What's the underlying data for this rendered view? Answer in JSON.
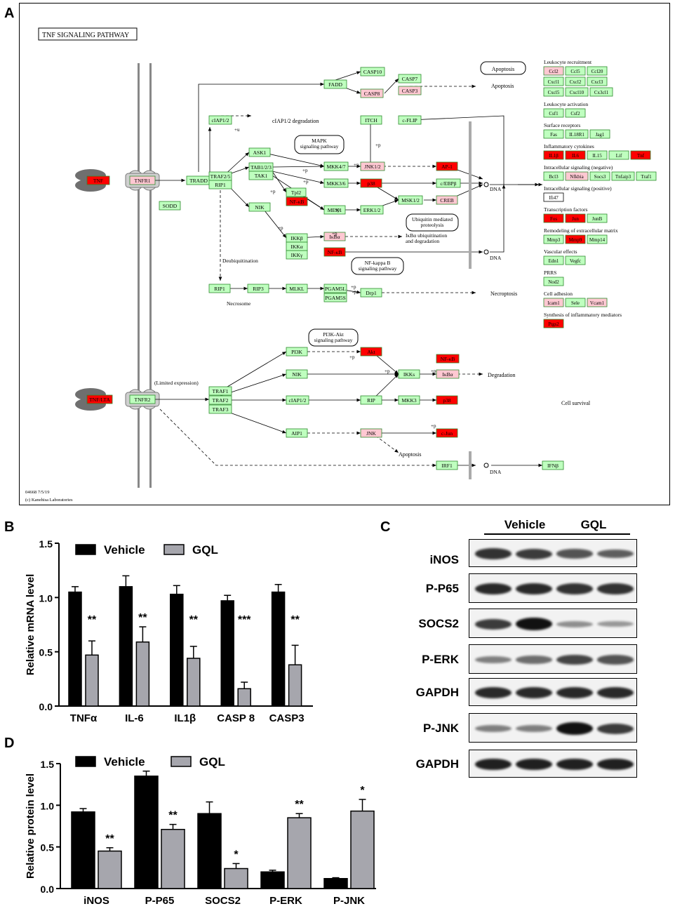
{
  "panels": {
    "a": "A",
    "b": "B",
    "c": "C",
    "d": "D"
  },
  "pathway": {
    "title": "TNF SIGNALING PATHWAY",
    "footer_id": "04668 7/5/19",
    "footer_credit": "(c) Kanehisa Laboratories",
    "colors": {
      "green": "#bfffbf",
      "pink": "#ffc8d2",
      "red": "#ff0000",
      "node_border": "#2e8b2e"
    },
    "nodes": [
      {
        "id": "tnf",
        "label": "TNF",
        "c": "red"
      },
      {
        "id": "tnfr1",
        "label": "TNFR1",
        "c": "pink"
      },
      {
        "id": "sodd",
        "label": "SODD",
        "c": "green"
      },
      {
        "id": "tradd",
        "label": "TRADD",
        "c": "green"
      },
      {
        "id": "traf25",
        "label": "TRAF2/5",
        "c": "green"
      },
      {
        "id": "rip1a",
        "label": "RIP1",
        "c": "green"
      },
      {
        "id": "ciap12",
        "label": "cIAP1/2",
        "c": "green"
      },
      {
        "id": "fadd",
        "label": "FADD",
        "c": "green"
      },
      {
        "id": "casp10",
        "label": "CASP10",
        "c": "green"
      },
      {
        "id": "casp8",
        "label": "CASP8",
        "c": "pink"
      },
      {
        "id": "casp7",
        "label": "CASP7",
        "c": "green"
      },
      {
        "id": "casp3",
        "label": "CASP3",
        "c": "pink"
      },
      {
        "id": "itch",
        "label": "ITCH",
        "c": "green"
      },
      {
        "id": "cflip",
        "label": "c-FLIP",
        "c": "green"
      },
      {
        "id": "ask1",
        "label": "ASK1",
        "c": "green"
      },
      {
        "id": "tab123",
        "label": "TAB1/2/3",
        "c": "green"
      },
      {
        "id": "tak1",
        "label": "TAK1",
        "c": "green"
      },
      {
        "id": "nik",
        "label": "NIK",
        "c": "green"
      },
      {
        "id": "tpl2",
        "label": "Tpl2",
        "c": "green"
      },
      {
        "id": "nfkb1",
        "label": "NF-κB",
        "c": "red"
      },
      {
        "id": "mkk47",
        "label": "MKK4/7",
        "c": "green"
      },
      {
        "id": "mkk36",
        "label": "MKK3/6",
        "c": "green"
      },
      {
        "id": "mek1",
        "label": "MEK1",
        "c": "green"
      },
      {
        "id": "jnk12",
        "label": "JNK1/2",
        "c": "pink"
      },
      {
        "id": "p38a",
        "label": "p38",
        "c": "red"
      },
      {
        "id": "erk12",
        "label": "ERK1/2",
        "c": "green"
      },
      {
        "id": "ap1",
        "label": "AP-1",
        "c": "red"
      },
      {
        "id": "cebpb",
        "label": "c/EBPβ",
        "c": "green"
      },
      {
        "id": "msk12",
        "label": "MSK1/2",
        "c": "green"
      },
      {
        "id": "creb",
        "label": "CREB",
        "c": "pink"
      },
      {
        "id": "ikkb",
        "label": "IKKβ",
        "c": "green"
      },
      {
        "id": "ikka",
        "label": "IKKα",
        "c": "green"
      },
      {
        "id": "ikkg",
        "label": "IKKγ",
        "c": "green"
      },
      {
        "id": "ikba1",
        "label": "IκBα",
        "c": "pink"
      },
      {
        "id": "nfkb2",
        "label": "NF-κB",
        "c": "red"
      },
      {
        "id": "rip1b",
        "label": "RIP1",
        "c": "green"
      },
      {
        "id": "rip3",
        "label": "RIP3",
        "c": "green"
      },
      {
        "id": "mlkl",
        "label": "MLKL",
        "c": "green"
      },
      {
        "id": "pgam5l",
        "label": "PGAM5L",
        "c": "green"
      },
      {
        "id": "pgam5s",
        "label": "PGAM5S",
        "c": "green"
      },
      {
        "id": "drp1",
        "label": "Drp1",
        "c": "green"
      },
      {
        "id": "tnfb",
        "label": "TNF/LTA",
        "c": "red"
      },
      {
        "id": "tnfr2",
        "label": "TNFR2",
        "c": "green"
      },
      {
        "id": "traf1",
        "label": "TRAF1",
        "c": "green"
      },
      {
        "id": "traf2",
        "label": "TRAF2",
        "c": "green"
      },
      {
        "id": "traf3",
        "label": "TRAF3",
        "c": "green"
      },
      {
        "id": "pi3k",
        "label": "PI3K",
        "c": "green"
      },
      {
        "id": "akt",
        "label": "Akt",
        "c": "red"
      },
      {
        "id": "nik2",
        "label": "NIK",
        "c": "green"
      },
      {
        "id": "ciap12b",
        "label": "cIAP1/2",
        "c": "green"
      },
      {
        "id": "rip",
        "label": "RIP",
        "c": "green"
      },
      {
        "id": "mkk3",
        "label": "MKK3",
        "c": "green"
      },
      {
        "id": "p38b",
        "label": "p38",
        "c": "red"
      },
      {
        "id": "ikks",
        "label": "IKKs",
        "c": "green"
      },
      {
        "id": "nfkb3",
        "label": "NF-κB",
        "c": "red"
      },
      {
        "id": "ikba2",
        "label": "IκBα",
        "c": "pink"
      },
      {
        "id": "aip1",
        "label": "AIP1",
        "c": "green"
      },
      {
        "id": "jnk",
        "label": "JNK",
        "c": "pink"
      },
      {
        "id": "cjun",
        "label": "c-Jun",
        "c": "red"
      },
      {
        "id": "irf1",
        "label": "IRF1",
        "c": "green"
      },
      {
        "id": "ifnb",
        "label": "IFNβ",
        "c": "green"
      }
    ],
    "texts": {
      "apoptosis_box": "Apoptosis",
      "apoptosis": "Apoptosis",
      "ciap_deg": "cIAP1/2 degradation",
      "mapk": "MAPK\nsignaling pathway",
      "ubiq": "Ubiquitin mediated\nproteolysis",
      "ikba_ubiq": "IκBα ubiquitination\nand degradation",
      "nfkb_path": "NF-kappa B\nsignaling pathway",
      "deubiq": "Deubiquitination",
      "necrosome": "Necrosome",
      "necroptosis": "Necroptosis",
      "dna1": "DNA",
      "dna2": "DNA",
      "dna3": "DNA",
      "pi3k_akt": "PI3K-Akt\nsignaling pathway",
      "limited": "(Limited expression)",
      "degradation": "Degradation",
      "cell_survival": "Cell survival",
      "apoptosis2": "Apoptosis",
      "plus_u": "+u",
      "plus_p": "+p",
      "minus_p": "-p"
    },
    "groups": [
      {
        "title": "Leukocyte recruitment",
        "rows": [
          [
            [
              "Ccl2",
              "pink"
            ],
            [
              "Ccl5",
              "green"
            ],
            [
              "Ccl20",
              "green"
            ]
          ],
          [
            [
              "Cxcl1",
              "green"
            ],
            [
              "Cxcl2",
              "green"
            ],
            [
              "Cxcl3",
              "green"
            ]
          ],
          [
            [
              "Cxcl5",
              "green"
            ],
            [
              "Cxcl10",
              "green"
            ],
            [
              "Cx3cl1",
              "green"
            ]
          ]
        ]
      },
      {
        "title": "Leukocyte activation",
        "rows": [
          [
            [
              "Csf1",
              "green"
            ],
            [
              "Csf2",
              "green"
            ]
          ]
        ]
      },
      {
        "title": "Surface receptors",
        "rows": [
          [
            [
              "Fas",
              "green"
            ],
            [
              "IL18R1",
              "green"
            ],
            [
              "Jag1",
              "green"
            ]
          ]
        ]
      },
      {
        "title": "Inflammatory cytokines",
        "rows": [
          [
            [
              "IL1β",
              "red"
            ],
            [
              "IL6",
              "red"
            ],
            [
              "IL15",
              "green"
            ],
            [
              "Lif",
              "green"
            ],
            [
              "Tnf",
              "red"
            ]
          ]
        ]
      },
      {
        "title": "Intracellular signaling (negative)",
        "rows": [
          [
            [
              "Bcl3",
              "green"
            ],
            [
              "Nfkbia",
              "pink"
            ],
            [
              "Socs3",
              "green"
            ],
            [
              "Tnfaip3",
              "green"
            ],
            [
              "Traf1",
              "green"
            ]
          ]
        ]
      },
      {
        "title": "Intracellular signaling (positive)",
        "rows": [
          [
            [
              "Ifi47",
              "white"
            ]
          ]
        ]
      },
      {
        "title": "Transcription factors",
        "rows": [
          [
            [
              "Fos",
              "red"
            ],
            [
              "Jun",
              "red"
            ],
            [
              "JunB",
              "green"
            ]
          ]
        ]
      },
      {
        "title": "Remodeling of extracellular matrix",
        "rows": [
          [
            [
              "Mmp3",
              "green"
            ],
            [
              "Mmp9",
              "red"
            ],
            [
              "Mmp14",
              "green"
            ]
          ]
        ]
      },
      {
        "title": "Vascular effects",
        "rows": [
          [
            [
              "Edn1",
              "green"
            ],
            [
              "Vegfc",
              "green"
            ]
          ]
        ]
      },
      {
        "title": "PRRS",
        "rows": [
          [
            [
              "Nod2",
              "green"
            ]
          ]
        ]
      },
      {
        "title": "Cell adhesion",
        "rows": [
          [
            [
              "Icam1",
              "pink"
            ],
            [
              "Sele",
              "green"
            ],
            [
              "Vcam1",
              "pink"
            ]
          ]
        ]
      },
      {
        "title": "Synthesis of inflammatory mediators",
        "rows": [
          [
            [
              "Ptgs2",
              "red"
            ]
          ]
        ]
      }
    ]
  },
  "chart_data": [
    {
      "type": "bar",
      "categories": [
        "TNFα",
        "IL-6",
        "IL1β",
        "CASP 8",
        "CASP3"
      ],
      "series": [
        {
          "name": "Vehicle",
          "values": [
            1.05,
            1.1,
            1.03,
            0.97,
            1.05
          ],
          "errors": [
            0.05,
            0.1,
            0.08,
            0.05,
            0.07
          ],
          "color": "#000000"
        },
        {
          "name": "GQL",
          "values": [
            0.47,
            0.59,
            0.44,
            0.16,
            0.38
          ],
          "errors": [
            0.13,
            0.14,
            0.11,
            0.06,
            0.18
          ],
          "color": "#a6a6ad"
        }
      ],
      "significance": [
        "**",
        "**",
        "**",
        "***",
        "**"
      ],
      "ylabel": "Relative mRNA level",
      "ylim": [
        0,
        1.5
      ],
      "yticks": [
        "0.0",
        "0.5",
        "1.0",
        "1.5"
      ],
      "legend": "top"
    },
    {
      "type": "bar",
      "categories": [
        "iNOS",
        "P-P65",
        "SOCS2",
        "P-ERK",
        "P-JNK"
      ],
      "series": [
        {
          "name": "Vehicle",
          "values": [
            0.92,
            1.35,
            0.9,
            0.2,
            0.12
          ],
          "errors": [
            0.04,
            0.06,
            0.14,
            0.02,
            0.01
          ],
          "color": "#000000"
        },
        {
          "name": "GQL",
          "values": [
            0.45,
            0.71,
            0.24,
            0.85,
            0.93
          ],
          "errors": [
            0.04,
            0.06,
            0.06,
            0.05,
            0.14
          ],
          "color": "#a6a6ad"
        }
      ],
      "significance": [
        "**",
        "**",
        "*",
        "**",
        "*"
      ],
      "ylabel": "Relative protein level",
      "ylim": [
        0,
        1.5
      ],
      "yticks": [
        "0.0",
        "0.5",
        "1.0",
        "1.5"
      ],
      "legend": "top"
    }
  ],
  "western_blot": {
    "groups": [
      "Vehicle",
      "GQL"
    ],
    "rows": [
      {
        "label": "iNOS",
        "bands": [
          0.8,
          0.75,
          0.6,
          0.55
        ]
      },
      {
        "label": "P-P65",
        "bands": [
          0.85,
          0.85,
          0.8,
          0.8
        ]
      },
      {
        "label": "SOCS2",
        "bands": [
          0.75,
          1.0,
          0.25,
          0.2
        ]
      },
      {
        "label": "P-ERK",
        "bands": [
          0.35,
          0.45,
          0.7,
          0.6
        ]
      },
      {
        "label": "GAPDH",
        "bands": [
          0.85,
          0.85,
          0.85,
          0.85
        ]
      },
      {
        "label": "P-JNK",
        "bands": [
          0.35,
          0.35,
          1.0,
          0.75
        ]
      },
      {
        "label": "GAPDH",
        "bands": [
          0.9,
          0.9,
          0.9,
          0.9
        ]
      }
    ]
  }
}
